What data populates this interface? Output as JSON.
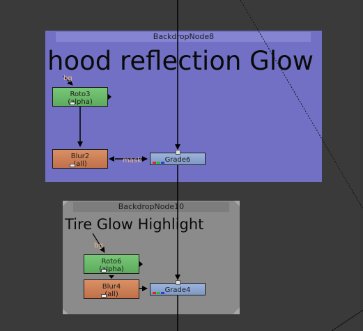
{
  "backdrops": [
    {
      "title": "BackdropNode8",
      "label": "hood reflection Glow"
    },
    {
      "title": "BackdropNode10",
      "label": "Tire Glow Highlight"
    }
  ],
  "nodes": {
    "roto3": {
      "name": "Roto3",
      "channel": "(alpha)"
    },
    "blur2": {
      "name": "Blur2",
      "channel": "(all)"
    },
    "grade6": {
      "name": "Grade6"
    },
    "roto6": {
      "name": "Roto6",
      "channel": "(alpha)"
    },
    "blur4": {
      "name": "Blur4",
      "channel": "(all)"
    },
    "grade4": {
      "name": "Grade4"
    }
  },
  "edge_labels": {
    "bg1": "bg",
    "mask1": "mask",
    "bg2": "bg"
  },
  "colors": {
    "canvas": "#3a3a3a",
    "backdrop_purple": "#7170c4",
    "backdrop_gray": "#8b8b8b",
    "roto": "#6ab86a",
    "blur": "#c97c54",
    "grade": "#8ea6d0",
    "edge": "#000000",
    "edge_label": "#e8b888"
  }
}
